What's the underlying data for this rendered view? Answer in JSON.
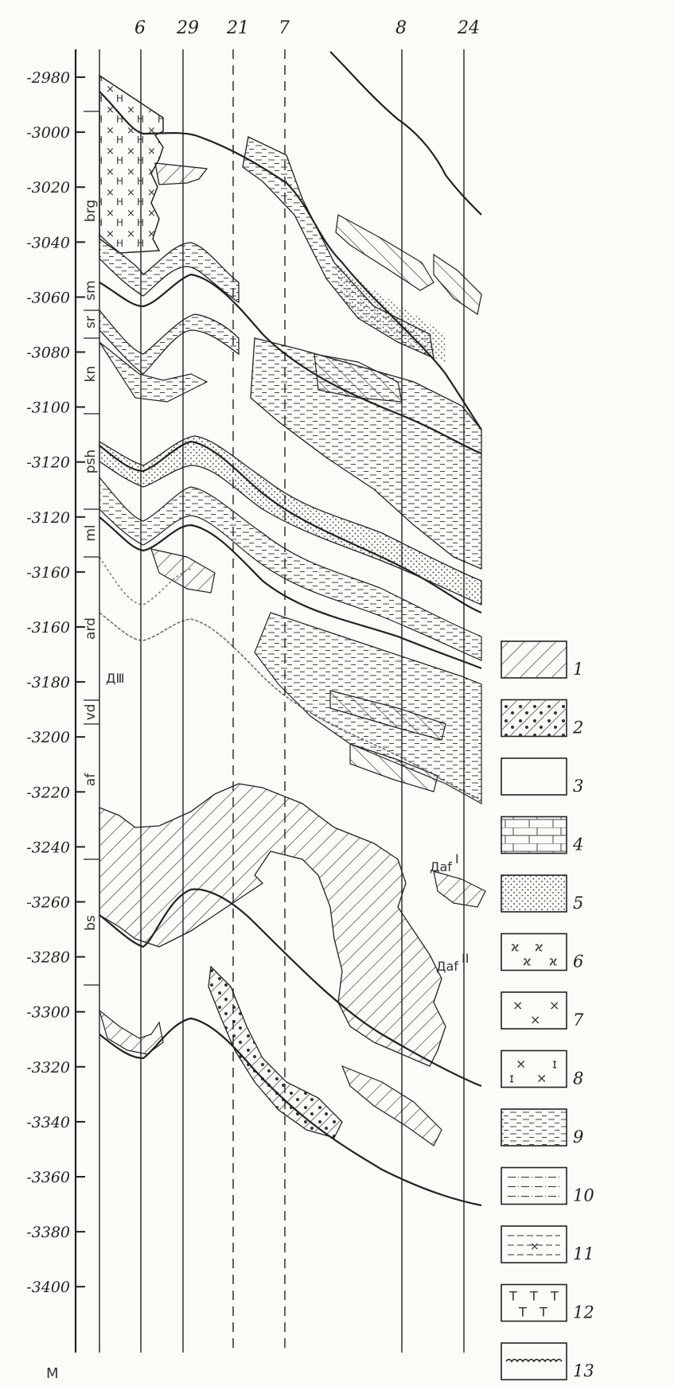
{
  "diagram": {
    "depth_ticks": [
      "-2980",
      "-3000",
      "-3020",
      "-3040",
      "-3060",
      "-3080",
      "-3100",
      "-3120",
      "-3120",
      "-3160",
      "-3160",
      "-3180",
      "-3200",
      "-3220",
      "-3240",
      "-3260",
      "-3280",
      "-3300",
      "-3320",
      "-3340",
      "-3360",
      "-3380",
      "-3400"
    ],
    "unit": "M",
    "wells": [
      {
        "id": "6",
        "dashed": false
      },
      {
        "id": "29",
        "dashed": false
      },
      {
        "id": "21",
        "dashed": true
      },
      {
        "id": "7",
        "dashed": true
      },
      {
        "id": "8",
        "dashed": false
      },
      {
        "id": "24",
        "dashed": false
      }
    ],
    "strat_units": [
      {
        "label": "brg"
      },
      {
        "label": "sm"
      },
      {
        "label": "sr"
      },
      {
        "label": "kn"
      },
      {
        "label": "psh"
      },
      {
        "label": "ml"
      },
      {
        "label": "ard"
      },
      {
        "label": "vd"
      },
      {
        "label": "af"
      },
      {
        "label": "bs"
      }
    ],
    "annotations": [
      {
        "text": "ДⅢ"
      },
      {
        "text": "Дaf"
      },
      {
        "text": "I"
      },
      {
        "text": "Дaf"
      },
      {
        "text": "II"
      }
    ],
    "legend": [
      {
        "num": "1",
        "pattern": "diagonal-hatch"
      },
      {
        "num": "2",
        "pattern": "diagonal-dots"
      },
      {
        "num": "3",
        "pattern": "blank"
      },
      {
        "num": "4",
        "pattern": "brick"
      },
      {
        "num": "5",
        "pattern": "fine-dots"
      },
      {
        "num": "6",
        "pattern": "x-crosses-curly"
      },
      {
        "num": "7",
        "pattern": "x-crosses"
      },
      {
        "num": "8",
        "pattern": "x-and-i-marks"
      },
      {
        "num": "9",
        "pattern": "dashes"
      },
      {
        "num": "10",
        "pattern": "dash-dot"
      },
      {
        "num": "11",
        "pattern": "dash-x"
      },
      {
        "num": "12",
        "pattern": "t-marks"
      },
      {
        "num": "13",
        "pattern": "wavy-line"
      }
    ]
  }
}
